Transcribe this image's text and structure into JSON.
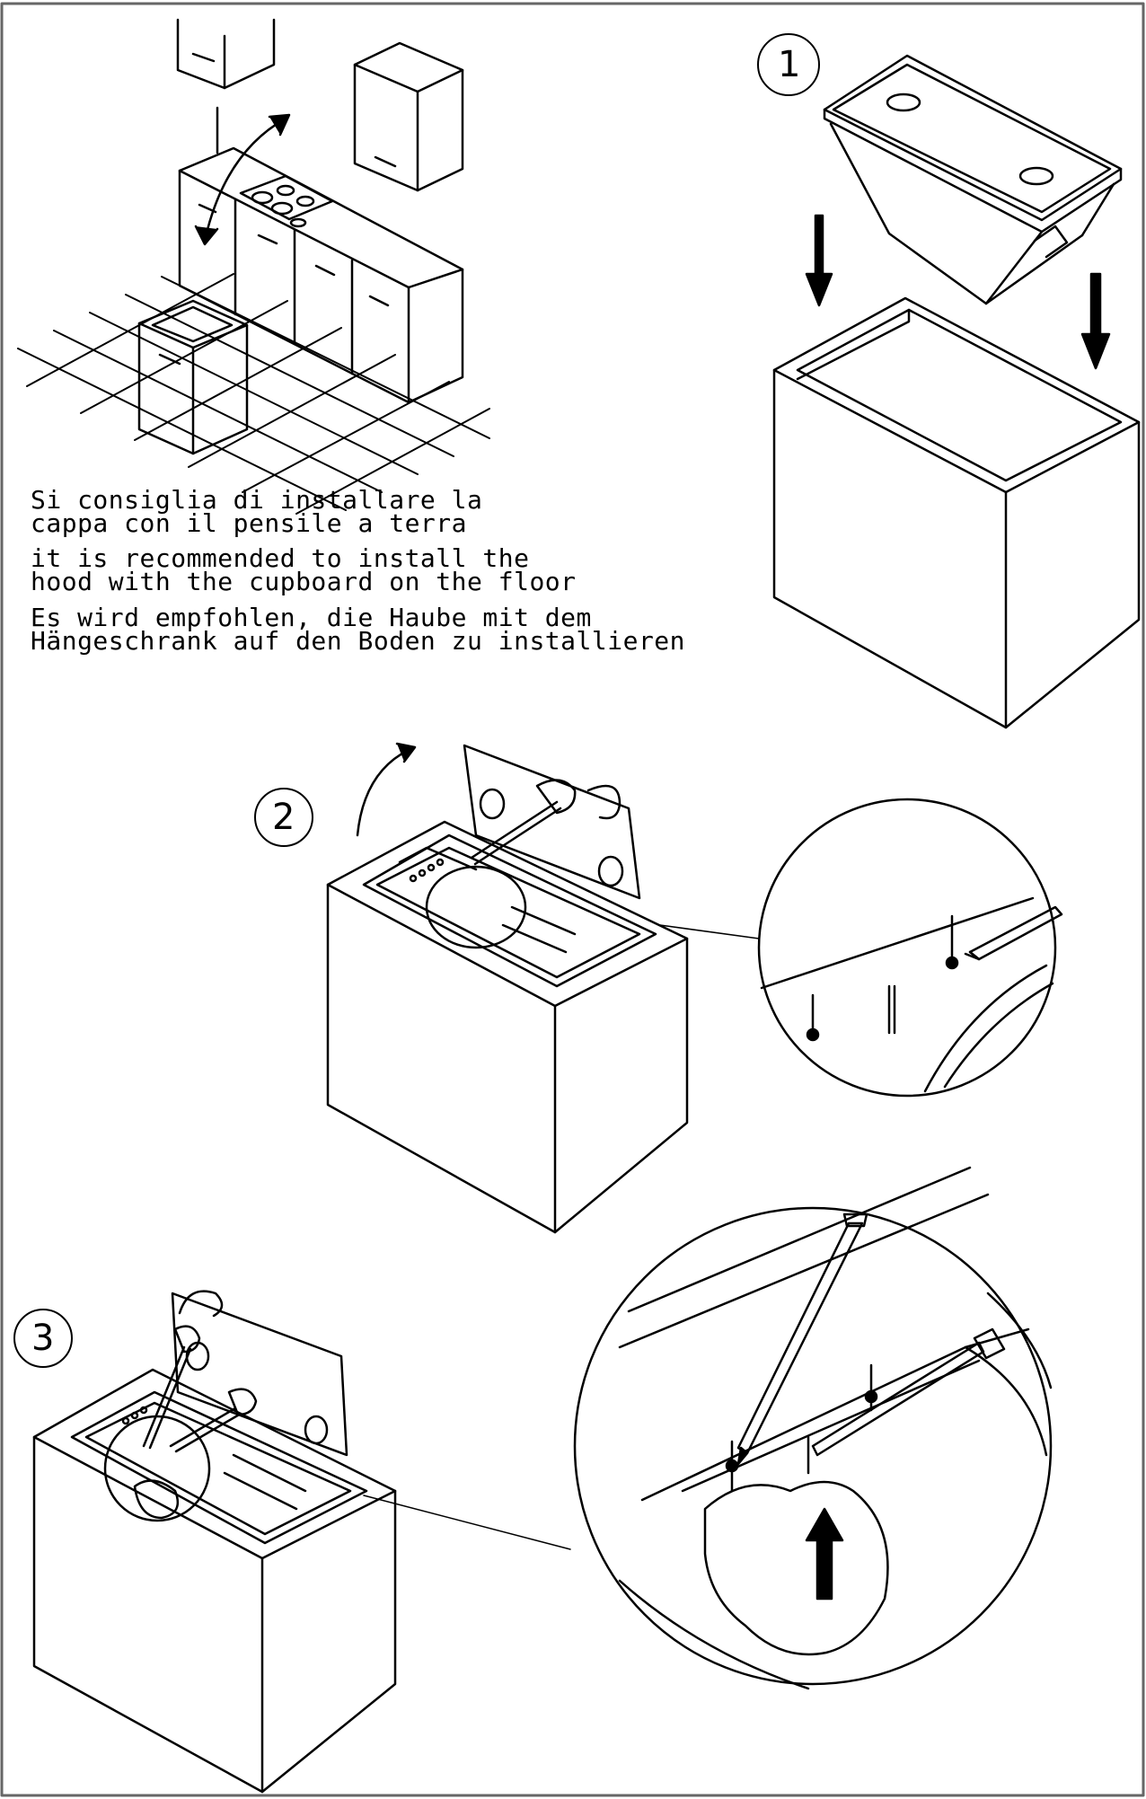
{
  "instructions": {
    "italian": {
      "line1": "Si consiglia di installare la",
      "line2": "cappa con il pensile a terra"
    },
    "english": {
      "line1": "it is recommended to install the",
      "line2": "hood with the cupboard on the floor"
    },
    "german": {
      "line1": "Es wird empfohlen, die Haube mit dem",
      "line2": "Hängeschrank auf den Boden zu installieren"
    }
  },
  "steps": {
    "step1": "1",
    "step2": "2",
    "step3": "3"
  },
  "colors": {
    "line": "#000000",
    "background": "#ffffff",
    "frame": "#666666"
  }
}
